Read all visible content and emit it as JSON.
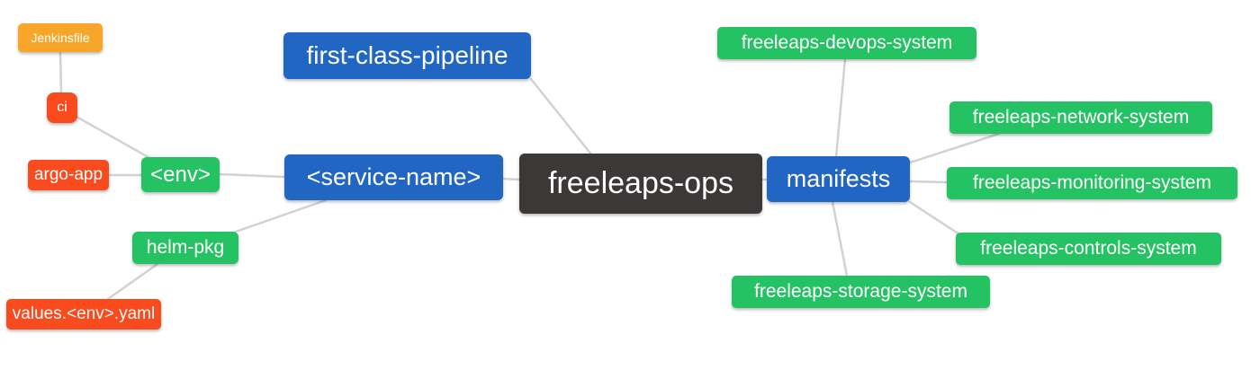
{
  "diagram": {
    "title": "freeleaps-ops mind map",
    "nodes": {
      "freeleaps_ops": "freeleaps-ops",
      "first_class_pipeline": "first-class-pipeline",
      "service_name": "<service-name>",
      "manifests": "manifests",
      "env": "<env>",
      "helm_pkg": "helm-pkg",
      "ci": "ci",
      "argo_app": "argo-app",
      "jenkinsfile": "Jenkinsfile",
      "values_env_yaml": "values.<env>.yaml",
      "devops_system": "freeleaps-devops-system",
      "network_system": "freeleaps-network-system",
      "monitoring_system": "freeleaps-monitoring-system",
      "controls_system": "freeleaps-controls-system",
      "storage_system": "freeleaps-storage-system"
    },
    "edges": [
      [
        "Jenkinsfile",
        "ci"
      ],
      [
        "ci",
        "<env>"
      ],
      [
        "argo-app",
        "<env>"
      ],
      [
        "<env>",
        "<service-name>"
      ],
      [
        "helm-pkg",
        "<service-name>"
      ],
      [
        "values.<env>.yaml",
        "helm-pkg"
      ],
      [
        "first-class-pipeline",
        "freeleaps-ops"
      ],
      [
        "<service-name>",
        "freeleaps-ops"
      ],
      [
        "freeleaps-ops",
        "manifests"
      ],
      [
        "manifests",
        "freeleaps-devops-system"
      ],
      [
        "manifests",
        "freeleaps-network-system"
      ],
      [
        "manifests",
        "freeleaps-monitoring-system"
      ],
      [
        "manifests",
        "freeleaps-controls-system"
      ],
      [
        "manifests",
        "freeleaps-storage-system"
      ]
    ],
    "colors": {
      "root_bg": "#3b3837",
      "branch_blue": "#2266c3",
      "leaf_green": "#25c263",
      "leaf_red": "#f94b1d",
      "leaf_orange": "#f8a62a",
      "edge": "#d2d2d2",
      "text": "#ffffff",
      "background": "#ffffff"
    }
  }
}
